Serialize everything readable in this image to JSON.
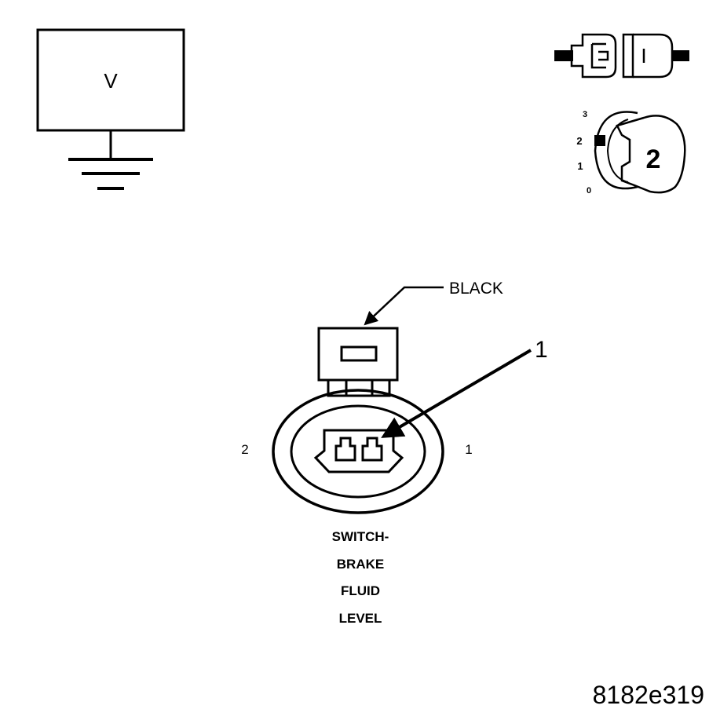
{
  "voltmeter": {
    "label": "V"
  },
  "key_switch": {
    "positions": [
      "3",
      "2",
      "1",
      "0"
    ],
    "selected_position": "2",
    "key_label": "2"
  },
  "connector": {
    "color_label": "BLACK",
    "callout_number": "1",
    "pin_left": "2",
    "pin_right": "1",
    "name_lines": [
      "SWITCH-",
      "BRAKE",
      "FLUID",
      "LEVEL"
    ]
  },
  "figure_id": "8182e319",
  "colors": {
    "ink": "#000000",
    "background": "#ffffff"
  }
}
